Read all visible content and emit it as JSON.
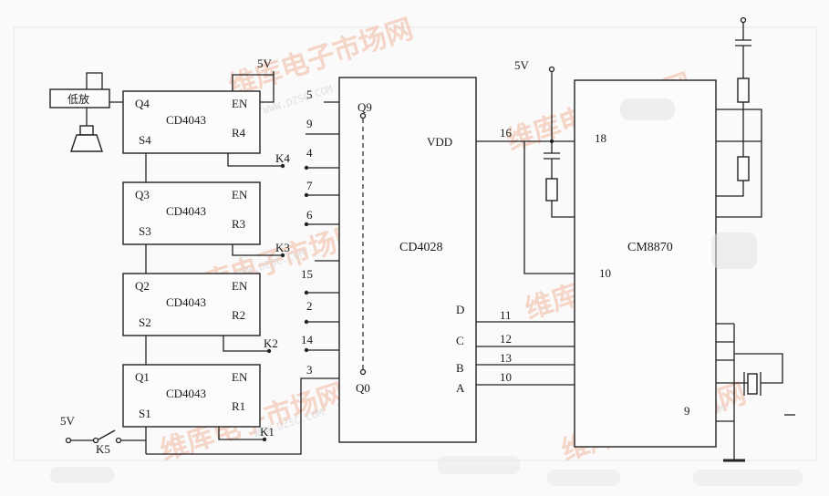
{
  "latches": [
    {
      "q": "Q4",
      "s": "S4",
      "en": "EN",
      "r": "R4",
      "name": "CD4043"
    },
    {
      "q": "Q3",
      "s": "S3",
      "en": "EN",
      "r": "R3",
      "name": "CD4043"
    },
    {
      "q": "Q2",
      "s": "S2",
      "en": "EN",
      "r": "R2",
      "name": "CD4043"
    },
    {
      "q": "Q1",
      "s": "S1",
      "en": "EN",
      "r": "R1",
      "name": "CD4043"
    }
  ],
  "keys": [
    "K4",
    "K3",
    "K2",
    "K1",
    "K5"
  ],
  "power": {
    "top_left": "5V",
    "bottom_left": "5V",
    "top_mid": "5V"
  },
  "amplifier_label": "低放",
  "decoder": {
    "name": "CD4028",
    "vdd": "VDD",
    "q9": "Q9",
    "q0": "Q0",
    "inputs": [
      "D",
      "C",
      "B",
      "A"
    ],
    "output_pins": [
      "5",
      "9",
      "4",
      "7",
      "6",
      "15",
      "2",
      "14",
      "3"
    ]
  },
  "dtmf": {
    "name": "CM8870",
    "pins": {
      "vdd_link": "16",
      "top": "18",
      "mid": "10",
      "bottom": "9"
    },
    "data_pins": [
      "11",
      "12",
      "13",
      "10"
    ]
  },
  "watermarks": {
    "brand": "维库电子市场网",
    "url": "WWW.DZSC.COM"
  }
}
